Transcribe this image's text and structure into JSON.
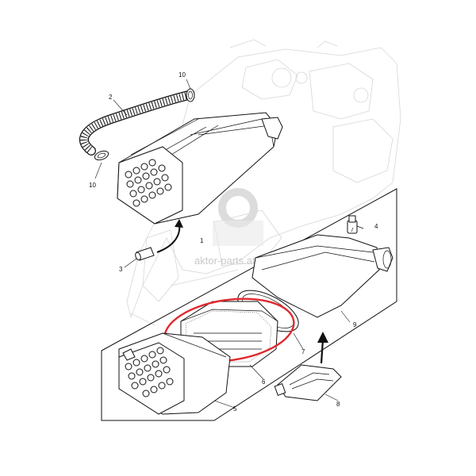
{
  "diagram": {
    "callouts": {
      "c1": "1",
      "c2": "2",
      "c3": "3",
      "c4": "4",
      "c5": "5",
      "c6": "6",
      "c7": "7",
      "c8": "8",
      "c9": "9",
      "c10a": "10",
      "c10b": "10"
    },
    "watermark": "aktor-parts.at",
    "colors": {
      "highlight": "#e0282e",
      "line": "#111111",
      "ghost": "#d6d6d6",
      "watermark": "#c9c9c9"
    }
  }
}
